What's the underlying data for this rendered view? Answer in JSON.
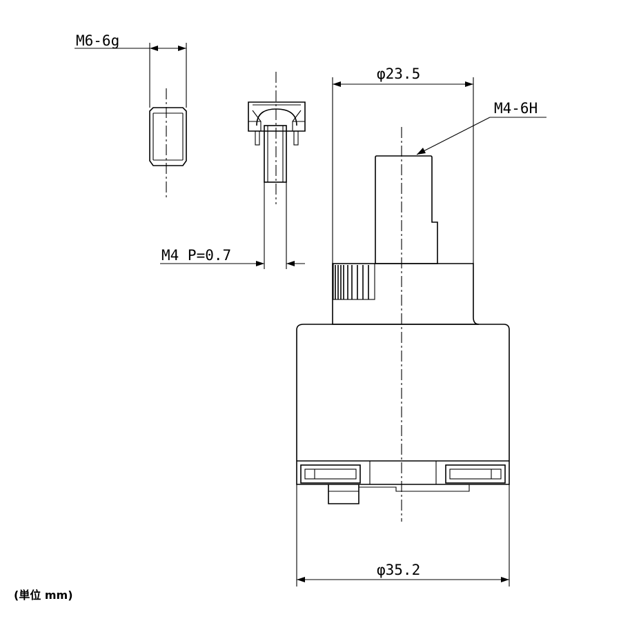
{
  "dimensions": {
    "bolt_thread": "M6-6g",
    "stem_thread": "M4 P=0.7",
    "top_diameter": "φ23.5",
    "top_hole_thread": "M4-6H",
    "body_diameter": "φ35.2"
  },
  "unit_note": "(単位 mm)",
  "colors": {
    "line": "#000000",
    "background": "#ffffff"
  }
}
